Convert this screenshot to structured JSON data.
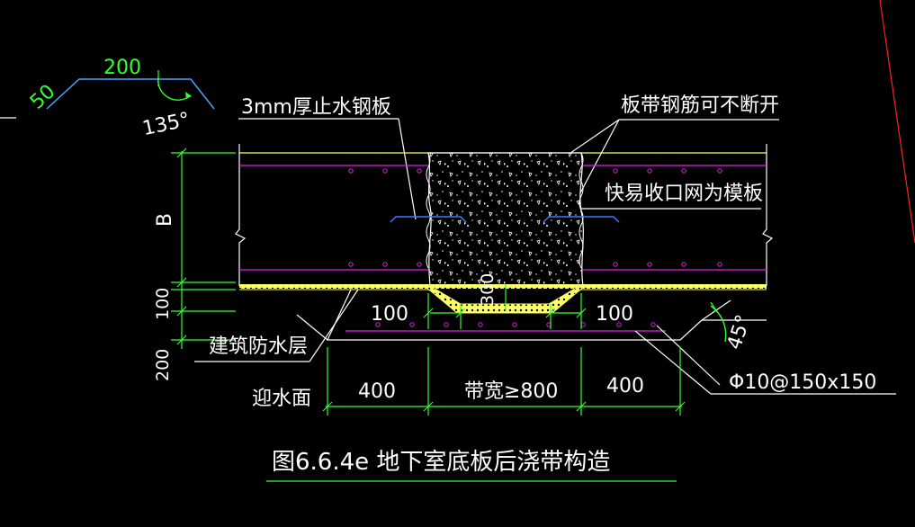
{
  "labels": {
    "hook_dim_50": "50",
    "hook_dim_200": "200",
    "hook_angle": "135°",
    "water_stop_plate": "3mm厚止水钢板",
    "rebar_continuous": "板带钢筋可不断开",
    "mesh_formwork": "快易收口网为模板",
    "dim_b": "B",
    "dim_100_left": "100",
    "dim_200_left": "200",
    "waterproof_layer": "建筑防水层",
    "dim_100_a": "100",
    "dim_100_b": "100",
    "dim_300": "300",
    "slope_angle": "45°",
    "rebar_spec": "Φ10@150x150",
    "water_face": "迎水面",
    "dim_400_left": "400",
    "band_width": "带宽≥800",
    "dim_400_right": "400",
    "figure_title": "图6.6.4e 地下室底板后浇带构造"
  },
  "colors": {
    "background": "#000000",
    "text_white": "#ffffff",
    "dimension_green": "#33ff33",
    "rebar_magenta": "#e020e0",
    "slab_yellow": "#ffff66",
    "water_stop_blue": "#3a7bff",
    "section_red": "#ff2020"
  }
}
